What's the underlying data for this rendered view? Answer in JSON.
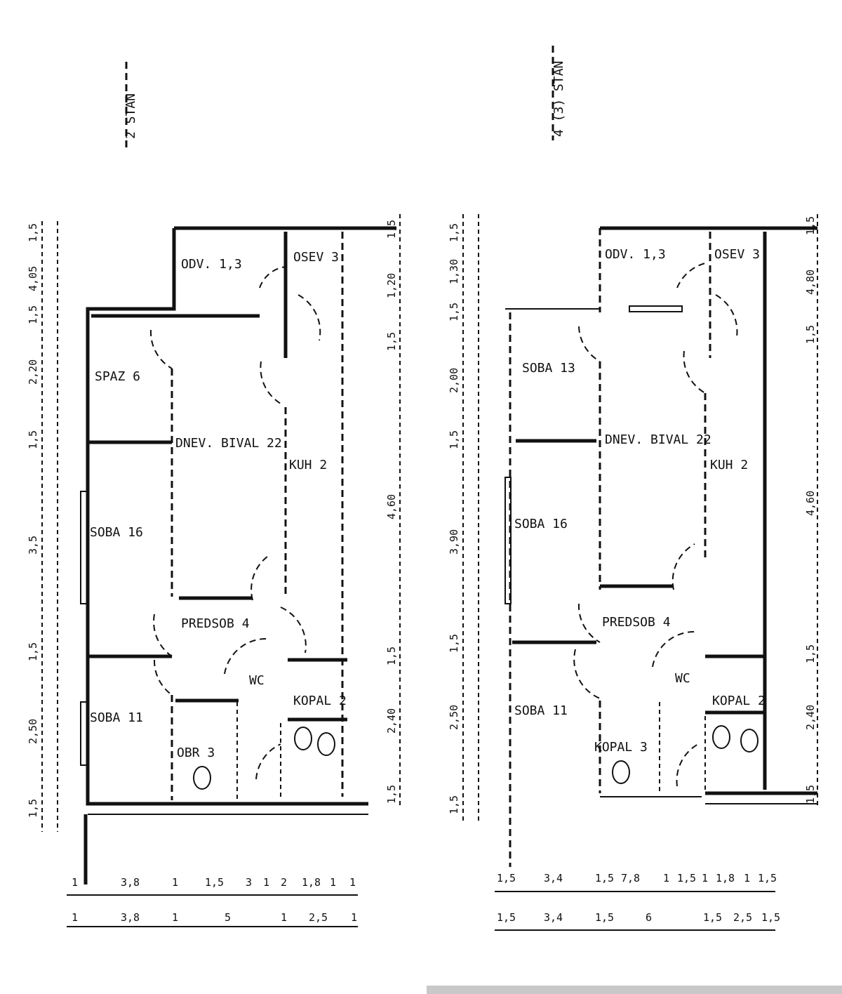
{
  "plans": [
    {
      "id": "left",
      "north_label": "2 STAN",
      "rooms": [
        "ODV. 1,3",
        "OSEV 3",
        "SPAZ 6",
        "DNEV. BIVAL 22",
        "KUH 2",
        "SOBA 16",
        "PREDSOB 4",
        "WC",
        "KOPAL 2",
        "SOBA 11",
        "OBR 3"
      ],
      "dims_left": [
        "1,5",
        "4,05",
        "1,5",
        "2,20",
        "1,5",
        "3,5",
        "1,5",
        "2,50",
        "1,5"
      ],
      "dims_right": [
        "1,5",
        "1,20",
        "1,5",
        "4,60",
        "1,5",
        "2,40",
        "1,5"
      ],
      "dims_bottom_1": [
        "1",
        "3,8",
        "1",
        "1,5",
        "3",
        "1",
        "2",
        "1,8",
        "1",
        "1"
      ],
      "dims_bottom_2": [
        "1",
        "3,8",
        "1",
        "5",
        "1",
        "2,5",
        "1"
      ]
    },
    {
      "id": "right",
      "north_label": "4 (3) STAN",
      "rooms": [
        "ODV. 1,3",
        "OSEV 3",
        "SOBA 13",
        "DNEV. BIVAL 22",
        "KUH 2",
        "SOBA 16",
        "PREDSOB 4",
        "WC",
        "KOPAL 2",
        "SOBA 11",
        "KOPAL 3"
      ],
      "dims_left": [
        "1,5",
        "1,30",
        "1,5",
        "2,00",
        "1,5",
        "3,90",
        "1,5",
        "2,50",
        "1,5"
      ],
      "dims_right": [
        "1,5",
        "4,80",
        "1,5",
        "4,60",
        "1,5",
        "2,40",
        "1,5"
      ],
      "dims_bottom_1": [
        "1,5",
        "3,4",
        "1,5",
        "7,8",
        "1",
        "1,5",
        "1",
        "1,8",
        "1",
        "1,5"
      ],
      "dims_bottom_2": [
        "1,5",
        "3,4",
        "1,5",
        "6",
        "1,5",
        "2,5",
        "1,5"
      ]
    }
  ]
}
